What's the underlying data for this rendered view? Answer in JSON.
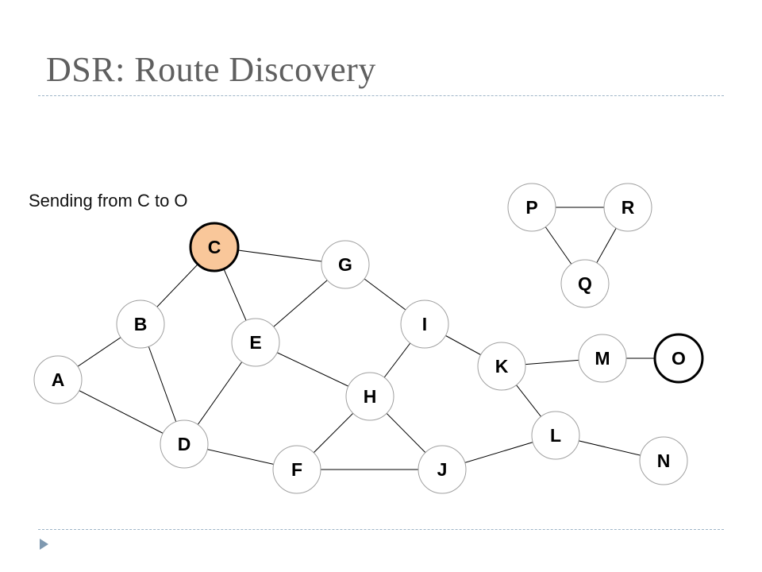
{
  "title": "DSR: Route Discovery",
  "caption": "Sending from C to O",
  "colors": {
    "node_fill": "#ffffff",
    "node_stroke": "#a0a0a0",
    "source_fill": "#f9c79a",
    "highlight_stroke": "#000000",
    "edge": "#000000",
    "rule": "#9fb6c8",
    "bullet": "#7f99b0"
  },
  "graph": {
    "source": "C",
    "destination": "O",
    "nodes": [
      {
        "id": "A",
        "label": "A"
      },
      {
        "id": "B",
        "label": "B"
      },
      {
        "id": "C",
        "label": "C"
      },
      {
        "id": "D",
        "label": "D"
      },
      {
        "id": "E",
        "label": "E"
      },
      {
        "id": "F",
        "label": "F"
      },
      {
        "id": "G",
        "label": "G"
      },
      {
        "id": "H",
        "label": "H"
      },
      {
        "id": "I",
        "label": "I"
      },
      {
        "id": "J",
        "label": "J"
      },
      {
        "id": "K",
        "label": "K"
      },
      {
        "id": "L",
        "label": "L"
      },
      {
        "id": "M",
        "label": "M"
      },
      {
        "id": "N",
        "label": "N"
      },
      {
        "id": "O",
        "label": "O"
      },
      {
        "id": "P",
        "label": "P"
      },
      {
        "id": "Q",
        "label": "Q"
      },
      {
        "id": "R",
        "label": "R"
      }
    ],
    "edges": [
      [
        "A",
        "B"
      ],
      [
        "A",
        "D"
      ],
      [
        "B",
        "C"
      ],
      [
        "B",
        "D"
      ],
      [
        "C",
        "E"
      ],
      [
        "C",
        "G"
      ],
      [
        "D",
        "E"
      ],
      [
        "D",
        "F"
      ],
      [
        "E",
        "G"
      ],
      [
        "E",
        "H"
      ],
      [
        "F",
        "H"
      ],
      [
        "F",
        "J"
      ],
      [
        "G",
        "I"
      ],
      [
        "H",
        "I"
      ],
      [
        "H",
        "J"
      ],
      [
        "I",
        "K"
      ],
      [
        "J",
        "L"
      ],
      [
        "K",
        "L"
      ],
      [
        "K",
        "M"
      ],
      [
        "L",
        "N"
      ],
      [
        "M",
        "O"
      ],
      [
        "P",
        "R"
      ],
      [
        "P",
        "Q"
      ],
      [
        "Q",
        "R"
      ]
    ]
  }
}
